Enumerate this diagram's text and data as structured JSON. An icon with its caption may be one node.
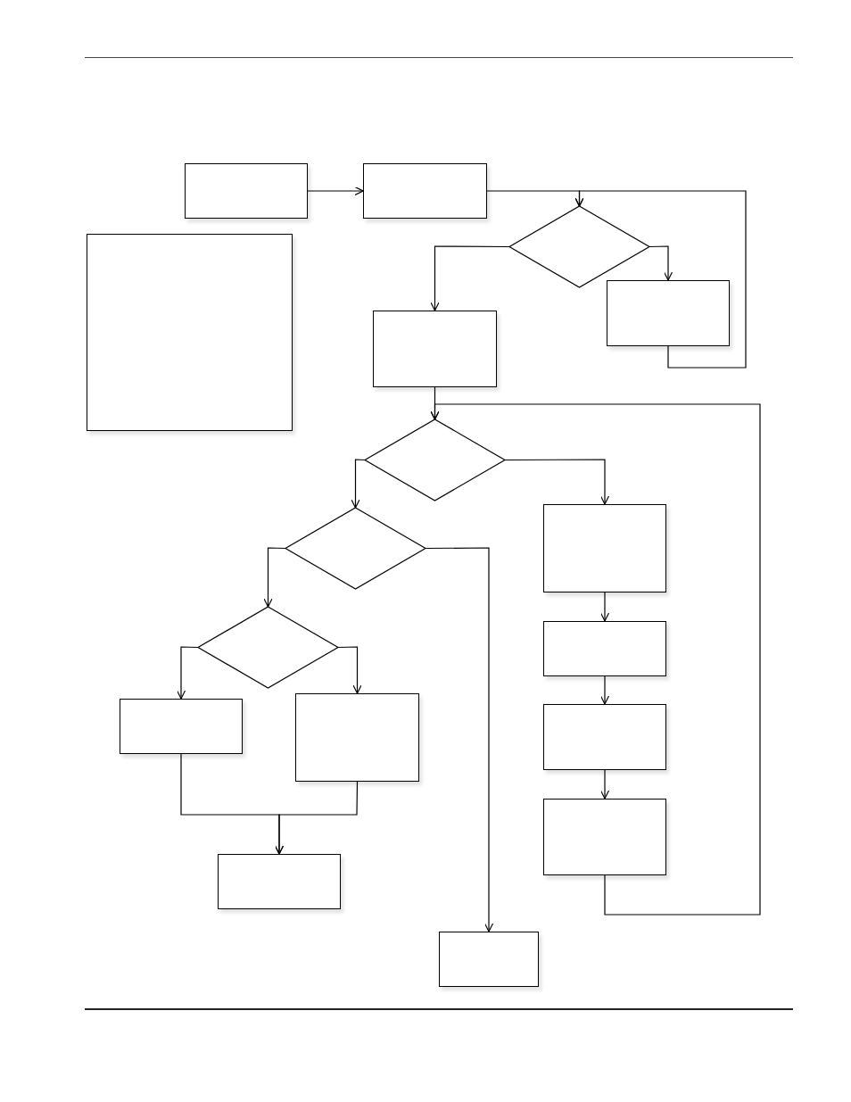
{
  "diagram": {
    "nodes": [
      {
        "text": [],
        "shape": "box"
      },
      {
        "text": [],
        "shape": "box"
      },
      {
        "text": [],
        "shape": "box"
      },
      {
        "text": [],
        "shape": "diamond"
      },
      {
        "text": [],
        "shape": "box"
      },
      {
        "text": [],
        "shape": "box"
      },
      {
        "text": [],
        "shape": "diamond"
      },
      {
        "text": [],
        "shape": "box"
      },
      {
        "text": [],
        "shape": "diamond"
      },
      {
        "text": [],
        "shape": "box"
      },
      {
        "text": [],
        "shape": "diamond"
      },
      {
        "text": [],
        "shape": "box"
      },
      {
        "text": [],
        "shape": "box"
      },
      {
        "text": [],
        "shape": "box"
      },
      {
        "text": [],
        "shape": "box"
      },
      {
        "text": [],
        "shape": "box"
      },
      {
        "text": [],
        "shape": "box"
      }
    ],
    "edges": [
      {
        "from": 0,
        "to": 1,
        "arrow": "to"
      },
      {
        "from": 1,
        "to": 3,
        "arrow": "to"
      },
      {
        "from": 3,
        "to": 4,
        "arrow": "to"
      },
      {
        "from": 3,
        "to": 5,
        "arrow": "to"
      },
      {
        "from": 5,
        "to": 3,
        "arrow": "to"
      },
      {
        "from": 4,
        "to": 6,
        "arrow": "to"
      },
      {
        "from": 14,
        "to": 6,
        "arrow": "to"
      },
      {
        "from": 6,
        "to": 8,
        "arrow": "to"
      },
      {
        "from": 6,
        "to": 7,
        "arrow": "to"
      },
      {
        "from": 8,
        "to": 10,
        "arrow": "to"
      },
      {
        "from": 8,
        "to": 16,
        "arrow": "to"
      },
      {
        "from": 10,
        "to": 11,
        "arrow": "to"
      },
      {
        "from": 10,
        "to": 12,
        "arrow": "to"
      },
      {
        "from": 11,
        "to": 15,
        "arrow": "to"
      },
      {
        "from": 12,
        "to": 15,
        "arrow": "to"
      },
      {
        "from": 7,
        "to": 9,
        "arrow": "to"
      },
      {
        "from": 9,
        "to": 13,
        "arrow": "to"
      },
      {
        "from": 13,
        "to": 14,
        "arrow": "to"
      }
    ]
  }
}
